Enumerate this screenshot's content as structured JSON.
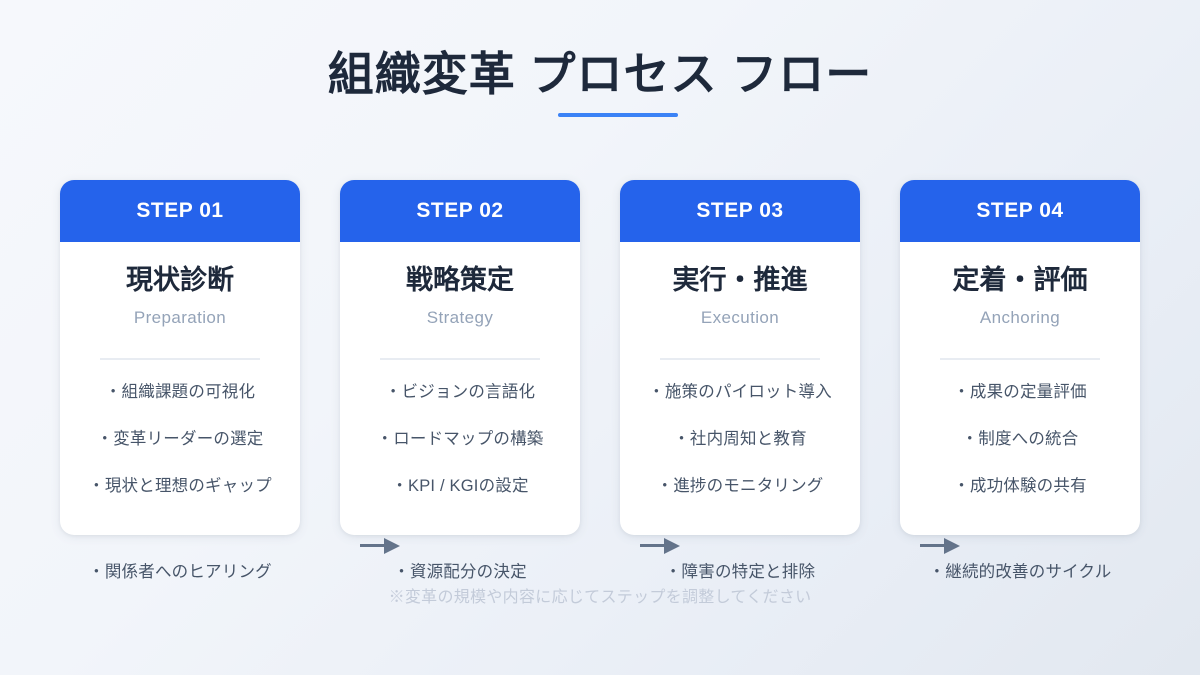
{
  "header": {
    "title": "組織変革 プロセス フロー",
    "underline_color": "#3b82f6"
  },
  "theme": {
    "accent": "#2563eb",
    "title_color": "#1e293b",
    "subtitle_color": "#94a3b8",
    "bullet_color": "#475569",
    "arrow_color": "#64748b",
    "card_bg": "#ffffff",
    "bg_start": "#f6f8fc",
    "bg_end": "#e2e8f0"
  },
  "steps": [
    {
      "step_label": "STEP 01",
      "title": "現状診断",
      "subtitle": "Preparation",
      "bullets": [
        "・組織課題の可視化",
        "・変革リーダーの選定",
        "・現状と理想のギャップ"
      ],
      "overflow_bullet": "・関係者へのヒアリング"
    },
    {
      "step_label": "STEP 02",
      "title": "戦略策定",
      "subtitle": "Strategy",
      "bullets": [
        "・ビジョンの言語化",
        "・ロードマップの構築",
        "・KPI / KGIの設定"
      ],
      "overflow_bullet": "・資源配分の決定"
    },
    {
      "step_label": "STEP 03",
      "title": "実行・推進",
      "subtitle": "Execution",
      "bullets": [
        "・施策のパイロット導入",
        "・社内周知と教育",
        "・進捗のモニタリング"
      ],
      "overflow_bullet": "・障害の特定と排除"
    },
    {
      "step_label": "STEP 04",
      "title": "定着・評価",
      "subtitle": "Anchoring",
      "bullets": [
        "・成果の定量評価",
        "・制度への統合",
        "・成功体験の共有"
      ],
      "overflow_bullet": "・継続的改善のサイクル"
    }
  ],
  "footnote": "※変革の規模や内容に応じてステップを調整してください"
}
